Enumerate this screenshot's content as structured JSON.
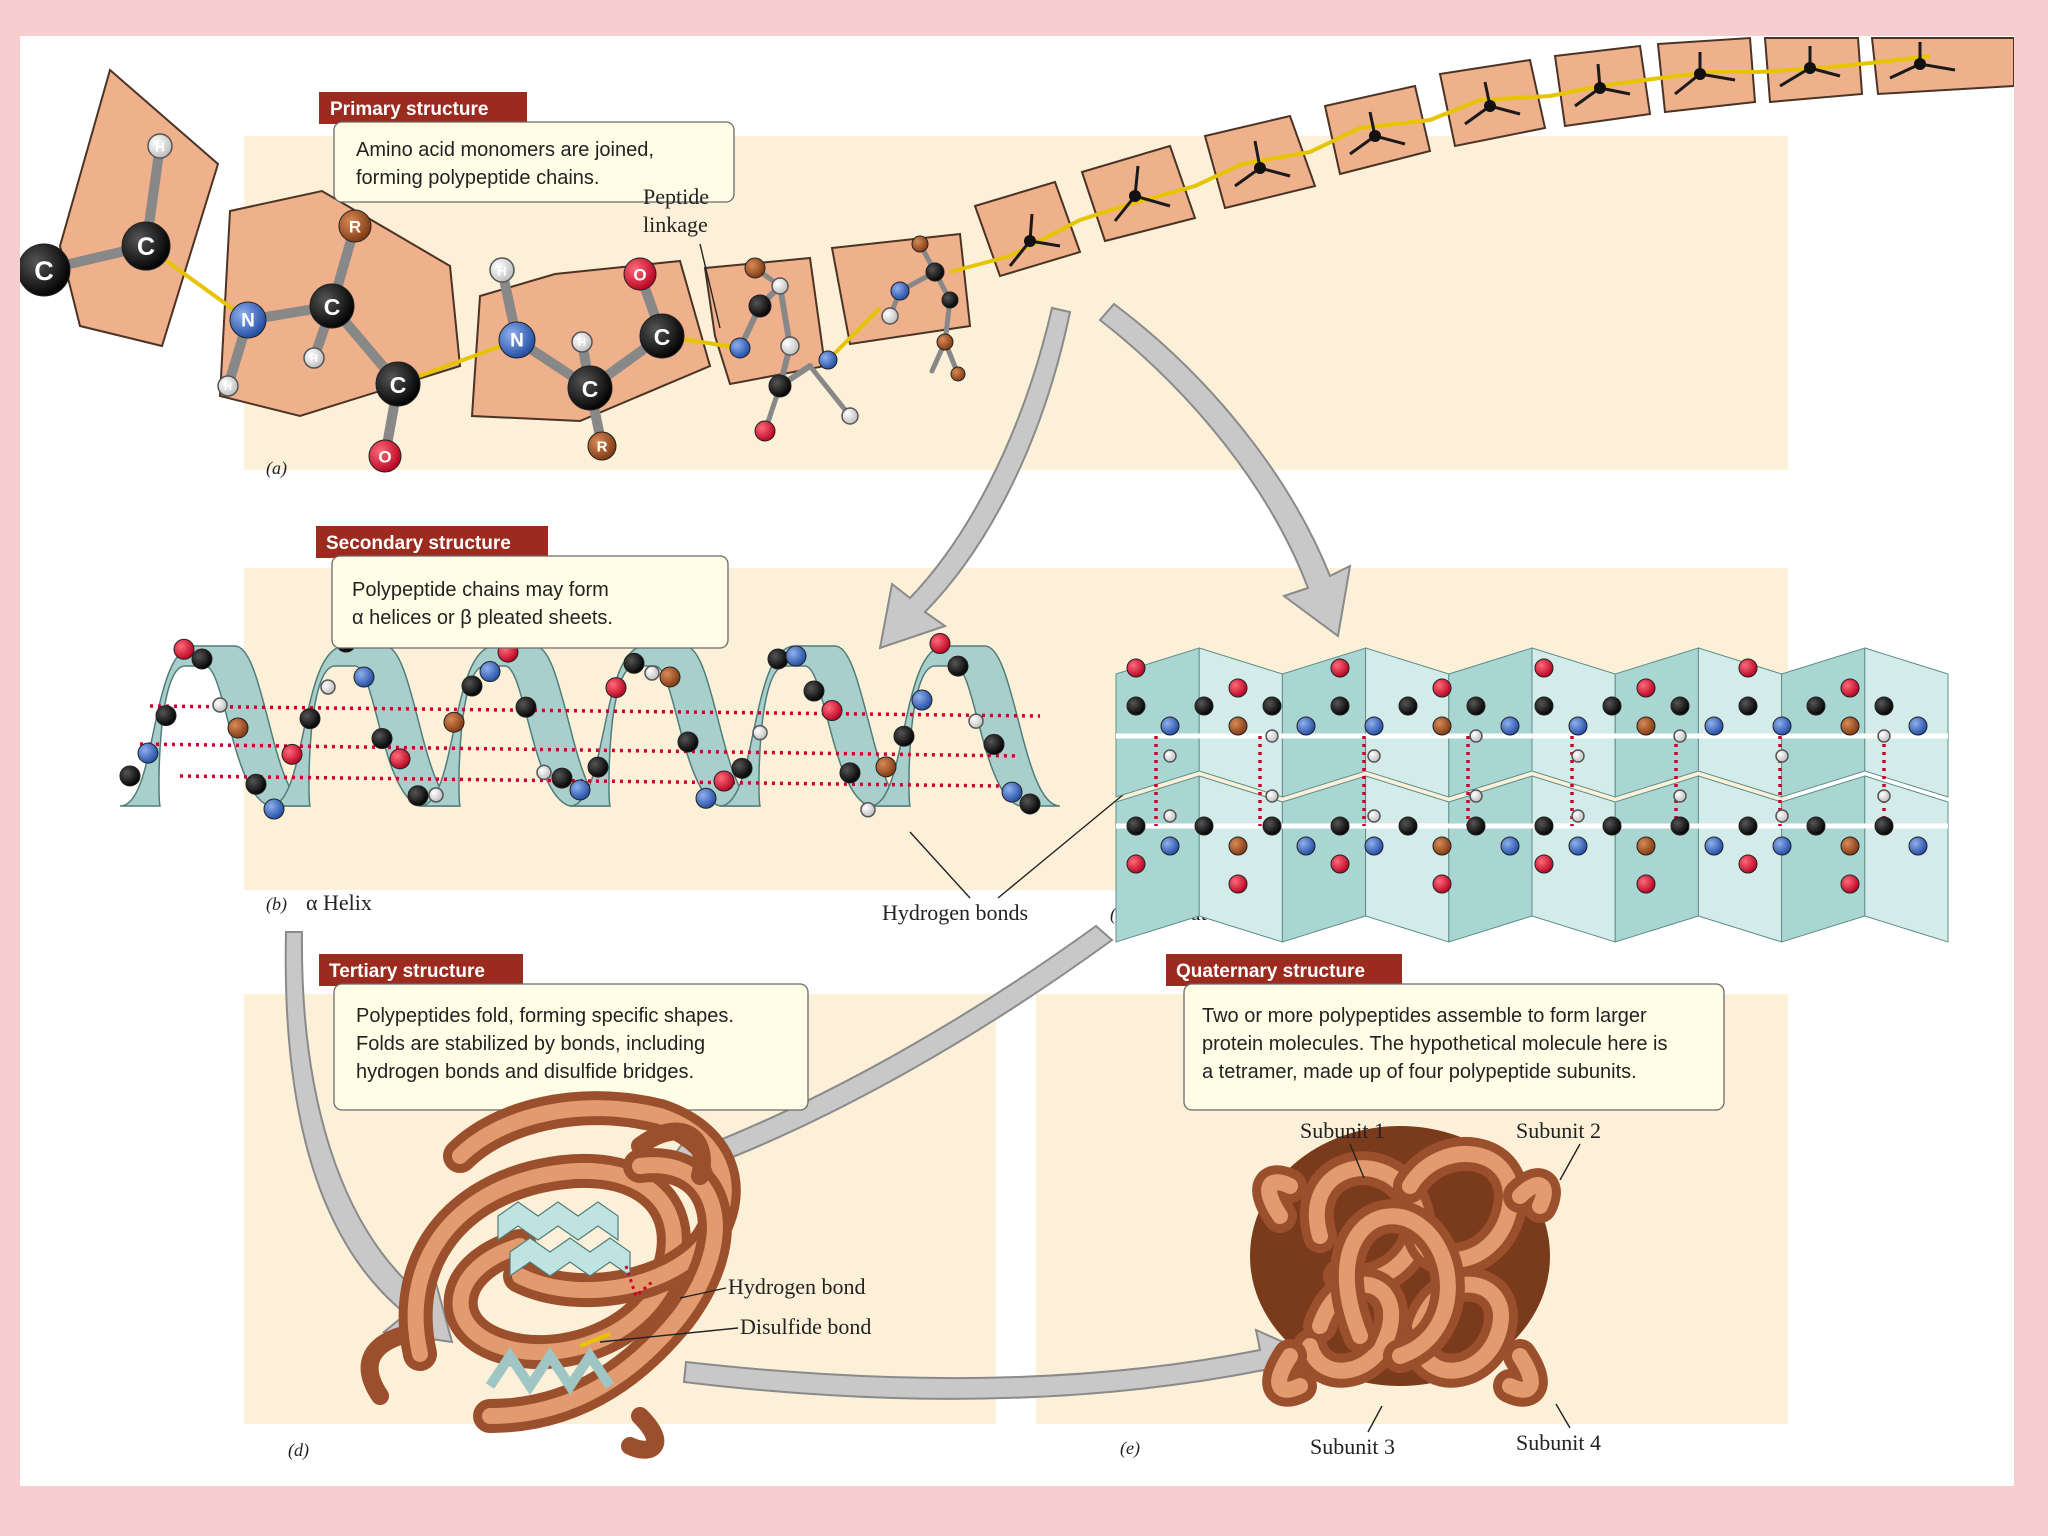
{
  "primary": {
    "tag": "Primary structure",
    "caption": [
      "Amino acid monomers are joined,",
      "forming polypeptide chains."
    ],
    "peptide_label": [
      "Peptide",
      "linkage"
    ],
    "panel_letter": "(a)"
  },
  "secondary": {
    "tag": "Secondary structure",
    "caption": [
      "Polypeptide chains may form",
      "α helices or  β pleated sheets."
    ],
    "alpha_label": "α Helix",
    "alpha_letter": "(b)",
    "hbond_label": "Hydrogen bonds",
    "beta_label": "β Pleated sheet",
    "beta_letter": "(c)"
  },
  "tertiary": {
    "tag": "Tertiary structure",
    "caption": [
      "Polypeptides fold, forming specific shapes.",
      "Folds are stabilized by bonds, including",
      "hydrogen bonds and disulfide bridges."
    ],
    "hbond_label": "Hydrogen bond",
    "disulfide_label": "Disulfide bond",
    "panel_letter": "(d)"
  },
  "quaternary": {
    "tag": "Quaternary structure",
    "caption": [
      "Two or more polypeptides assemble to form larger",
      "protein molecules. The hypothetical molecule here is",
      "a tetramer, made up of four polypeptide subunits."
    ],
    "subunits": [
      "Subunit 1",
      "Subunit 2",
      "Subunit 3",
      "Subunit 4"
    ],
    "panel_letter": "(e)"
  },
  "atom_labels": {
    "carbon": "C",
    "nitrogen": "N",
    "oxygen": "O",
    "hydrogen": "H",
    "r_group": "R"
  },
  "colors": {
    "carbon": "#111111",
    "nitrogen": "#3a64b8",
    "oxygen": "#d4002a",
    "hydrogen": "#ffffff",
    "r_group": "#a0501e",
    "tag": "#9c2a1e",
    "panel": "#fcf0d8",
    "frame": "#f7cdd0"
  }
}
